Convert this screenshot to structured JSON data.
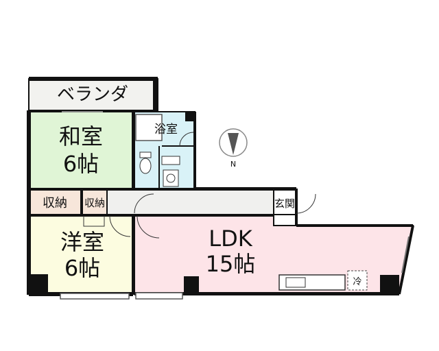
{
  "rooms": {
    "balcony": {
      "label": "ベランダ"
    },
    "washitsu": {
      "name": "和室",
      "size": "6帖"
    },
    "bath": {
      "label": "浴室"
    },
    "storage_left": {
      "label": "収納"
    },
    "storage_right": {
      "label": "収納"
    },
    "genkan": {
      "label": "玄関"
    },
    "youshitsu": {
      "name": "洋室",
      "size": "6帖"
    },
    "ldk": {
      "name": "LDK",
      "size": "15帖"
    },
    "fridge": {
      "label": "冷"
    }
  },
  "compass": {
    "label": "N"
  },
  "colors": {
    "wall": "#111111",
    "washitsu_fill": "#e0f5d6",
    "youshitsu_fill": "#fcfce0",
    "ldk_fill": "#fde4e8",
    "bath_fill": "#d9f2f7",
    "storage_fill": "#f7e6da",
    "balcony_fill": "#f2f2ef",
    "corridor_fill": "#f0f0ee"
  }
}
